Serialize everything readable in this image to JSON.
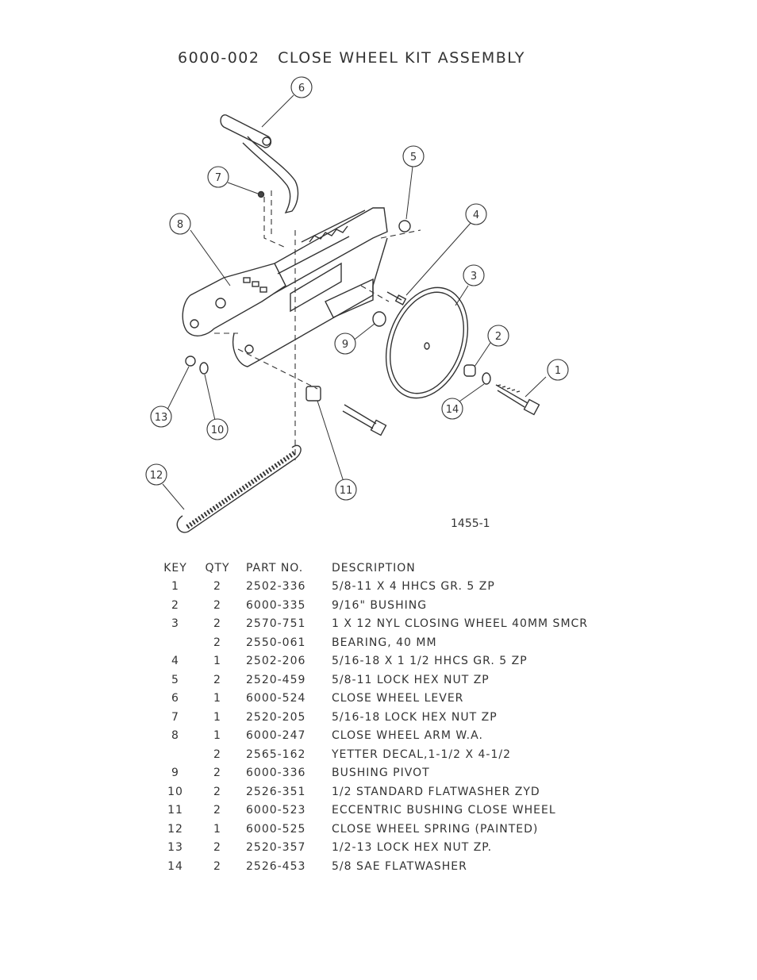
{
  "title": "6000-002   CLOSE WHEEL KIT ASSEMBLY",
  "drawing_number": "1455-1",
  "callouts": [
    "1",
    "2",
    "3",
    "4",
    "5",
    "6",
    "7",
    "8",
    "9",
    "10",
    "11",
    "12",
    "13",
    "14"
  ],
  "table": {
    "headers": {
      "key": "KEY",
      "qty": "QTY",
      "part": "PART NO.",
      "desc": "DESCRIPTION"
    },
    "rows": [
      {
        "key": "1",
        "qty": "2",
        "part": "2502-336",
        "desc": "5/8-11 X 4 HHCS GR. 5 ZP"
      },
      {
        "key": "2",
        "qty": "2",
        "part": "6000-335",
        "desc": "9/16\" BUSHING"
      },
      {
        "key": "3",
        "qty": "2",
        "part": "2570-751",
        "desc": "1 X 12 NYL CLOSING WHEEL 40MM SMCR"
      },
      {
        "key": "",
        "qty": "2",
        "part": "2550-061",
        "desc": "BEARING, 40 MM"
      },
      {
        "key": "4",
        "qty": "1",
        "part": "2502-206",
        "desc": "5/16-18 X 1 1/2 HHCS GR. 5 ZP"
      },
      {
        "key": "5",
        "qty": "2",
        "part": "2520-459",
        "desc": "5/8-11 LOCK HEX NUT ZP"
      },
      {
        "key": "6",
        "qty": "1",
        "part": "6000-524",
        "desc": "CLOSE WHEEL LEVER"
      },
      {
        "key": "7",
        "qty": "1",
        "part": "2520-205",
        "desc": "5/16-18 LOCK HEX NUT ZP"
      },
      {
        "key": "8",
        "qty": "1",
        "part": "6000-247",
        "desc": "CLOSE WHEEL ARM W.A."
      },
      {
        "key": "",
        "qty": "2",
        "part": "2565-162",
        "desc": "YETTER DECAL,1-1/2 X 4-1/2"
      },
      {
        "key": "9",
        "qty": "2",
        "part": "6000-336",
        "desc": "BUSHING PIVOT"
      },
      {
        "key": "10",
        "qty": "2",
        "part": "2526-351",
        "desc": "1/2 STANDARD FLATWASHER ZYD"
      },
      {
        "key": "11",
        "qty": "2",
        "part": "6000-523",
        "desc": "ECCENTRIC BUSHING CLOSE WHEEL"
      },
      {
        "key": "12",
        "qty": "1",
        "part": "6000-525",
        "desc": "CLOSE WHEEL SPRING (PAINTED)"
      },
      {
        "key": "13",
        "qty": "2",
        "part": "2520-357",
        "desc": "1/2-13 LOCK HEX NUT ZP."
      },
      {
        "key": "14",
        "qty": "2",
        "part": "2526-453",
        "desc": "5/8 SAE FLATWASHER"
      }
    ]
  }
}
